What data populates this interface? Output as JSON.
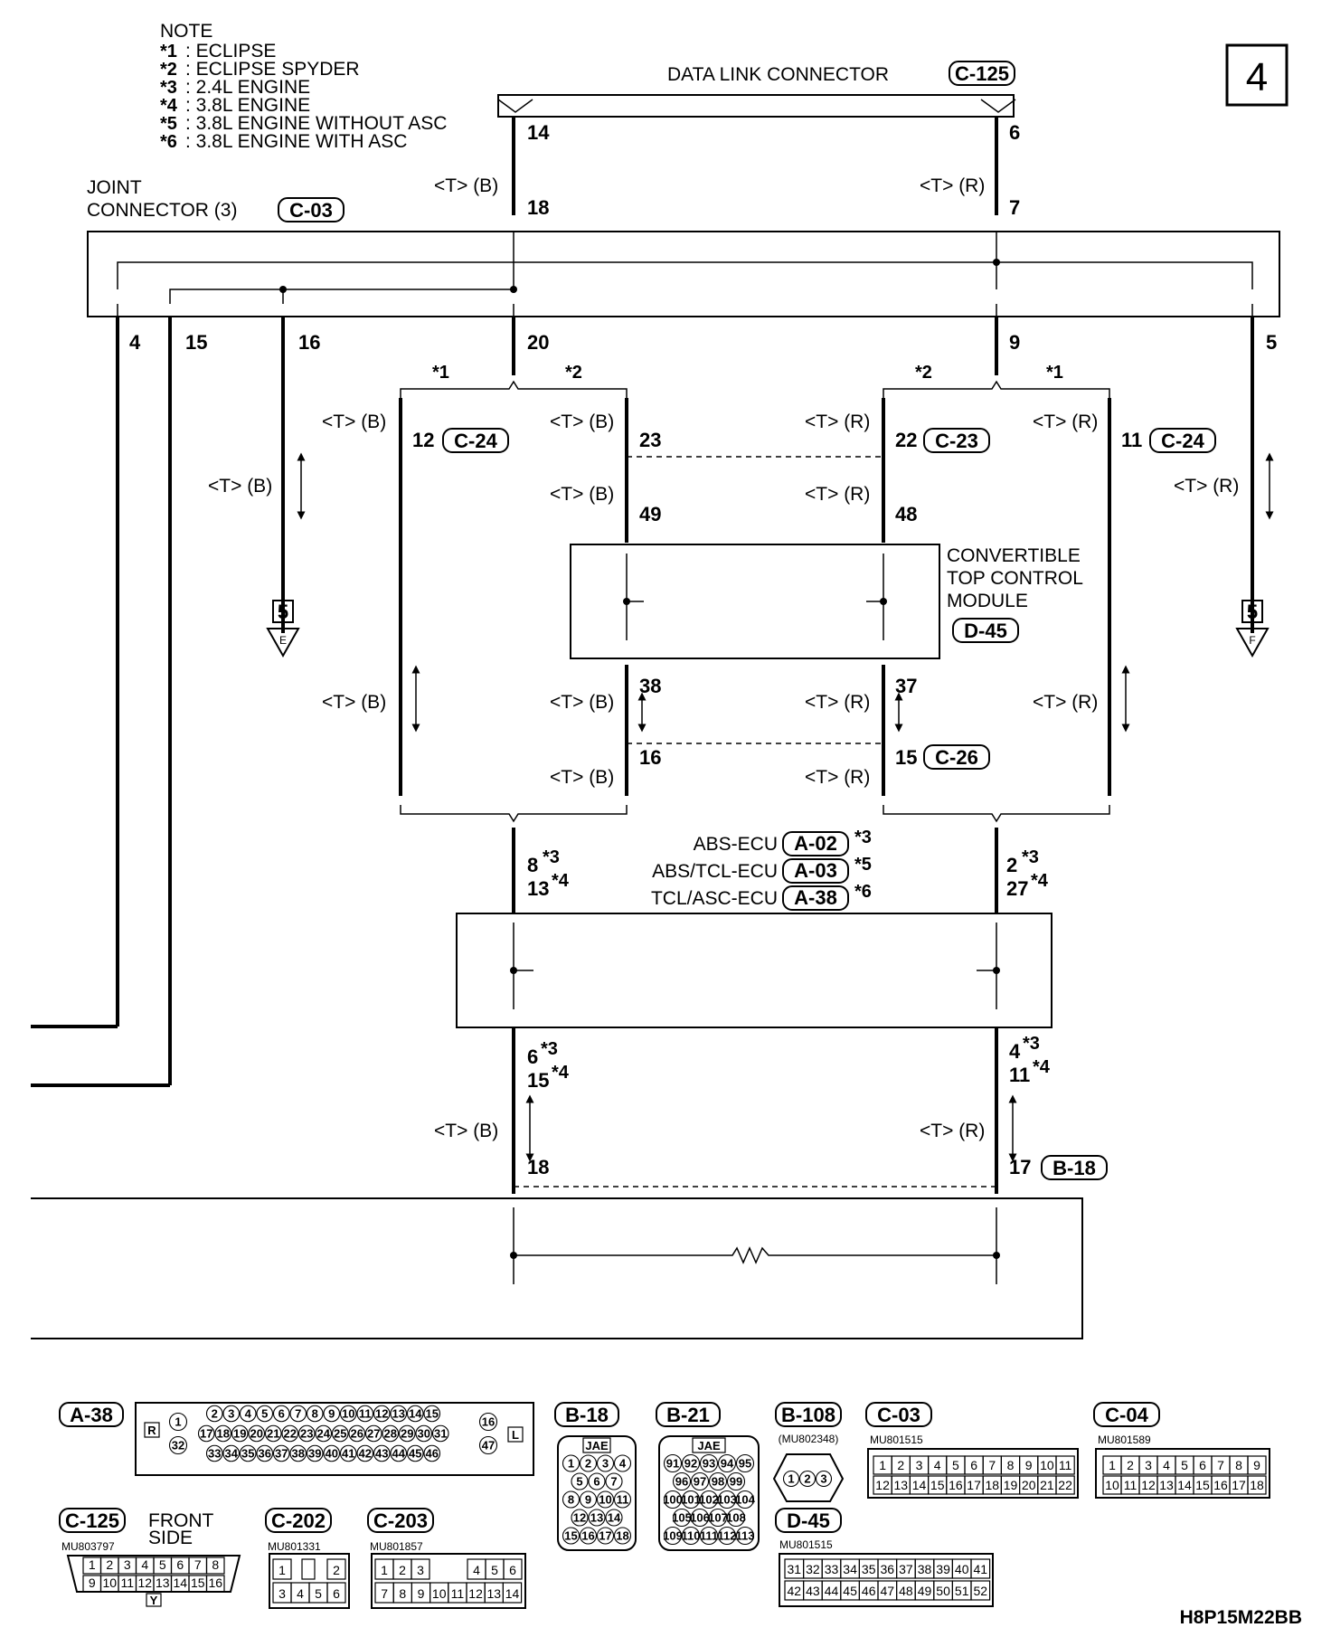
{
  "page_number": "4",
  "note": {
    "title": "NOTE",
    "items": [
      {
        "mark": "*1",
        "text": ": ECLIPSE"
      },
      {
        "mark": "*2",
        "text": ": ECLIPSE SPYDER"
      },
      {
        "mark": "*3",
        "text": ": 2.4L ENGINE"
      },
      {
        "mark": "*4",
        "text": ": 3.8L ENGINE"
      },
      {
        "mark": "*5",
        "text": ": 3.8L ENGINE WITHOUT ASC"
      },
      {
        "mark": "*6",
        "text": ": 3.8L ENGINE WITH ASC"
      }
    ]
  },
  "data_link_connector": {
    "label": "DATA LINK CONNECTOR",
    "id": "C-125",
    "pins": [
      "14",
      "6"
    ]
  },
  "joint_connector": {
    "line1": "JOINT",
    "line2": "CONNECTOR (3)",
    "id": "C-03",
    "pins_top": [
      "18",
      "7"
    ],
    "pins_bottom": [
      "4",
      "15",
      "16",
      "20",
      "9",
      "5"
    ]
  },
  "wire_colors": {
    "tb": "<T> (B)",
    "tr": "<T> (R)"
  },
  "variant_marks": {
    "s1": "*1",
    "s2": "*2",
    "s3": "*3",
    "s4": "*4",
    "s5": "*5",
    "s6": "*6"
  },
  "top_module_connectors": {
    "pin12": "12",
    "c24a": "C-24",
    "pin23": "23",
    "pin22": "22",
    "c23": "C-23",
    "pin11": "11",
    "c24b": "C-24",
    "pin49": "49",
    "pin48": "48",
    "pin38": "38",
    "pin37": "37",
    "pin16": "16",
    "pin15": "15",
    "c26": "C-26"
  },
  "convertible_module": {
    "line1": "CONVERTIBLE",
    "line2": "TOP CONTROL",
    "line3": "MODULE",
    "id": "D-45"
  },
  "ground_refs": {
    "box": "5",
    "left": "E",
    "right": "F"
  },
  "abs_ecu": {
    "labels": [
      {
        "text": "ABS-ECU",
        "id": "A-02",
        "mark": "*3"
      },
      {
        "text": "ABS/TCL-ECU",
        "id": "A-03",
        "mark": "*5"
      },
      {
        "text": "TCL/ASC-ECU",
        "id": "A-38",
        "mark": "*6"
      }
    ],
    "top_pins": {
      "left1": "8",
      "left2": "13",
      "right1": "2",
      "right2": "27"
    },
    "bottom_pins": {
      "left1": "6",
      "left2": "15",
      "right1": "4",
      "right2": "11"
    }
  },
  "bottom_connector": {
    "pins": [
      "18",
      "17"
    ],
    "id": "B-18"
  },
  "connector_views": {
    "a38": {
      "id": "A-38",
      "row1": [
        "2",
        "3",
        "4",
        "5",
        "6",
        "7",
        "8",
        "9",
        "10",
        "11",
        "12",
        "13",
        "14",
        "15"
      ],
      "row2": [
        "17",
        "18",
        "19",
        "20",
        "21",
        "22",
        "23",
        "24",
        "25",
        "26",
        "27",
        "28",
        "29",
        "30",
        "31"
      ],
      "row3": [
        "33",
        "34",
        "35",
        "36",
        "37",
        "38",
        "39",
        "40",
        "41",
        "42",
        "43",
        "44",
        "45",
        "46"
      ],
      "pin1": "1",
      "pin32": "32",
      "pin16": "16",
      "pin47": "47",
      "r": "R",
      "l": "L"
    },
    "b18": {
      "id": "B-18",
      "maker": "JAE",
      "rows": [
        [
          "1",
          "2",
          "3",
          "4"
        ],
        [
          "5",
          "6",
          "7"
        ],
        [
          "8",
          "9",
          "10",
          "11"
        ],
        [
          "12",
          "13",
          "14"
        ],
        [
          "15",
          "16",
          "17",
          "18"
        ]
      ]
    },
    "b21": {
      "id": "B-21",
      "maker": "JAE",
      "rows": [
        [
          "91",
          "92",
          "93",
          "94",
          "95"
        ],
        [
          "96",
          "97",
          "98",
          "99"
        ],
        [
          "100",
          "101",
          "102",
          "103",
          "104"
        ],
        [
          "105",
          "106",
          "107",
          "108"
        ],
        [
          "109",
          "110",
          "111",
          "112",
          "113"
        ]
      ]
    },
    "b108": {
      "id": "B-108",
      "part": "(MU802348)",
      "pins": [
        "1",
        "2",
        "3"
      ]
    },
    "c03": {
      "id": "C-03",
      "part": "MU801515",
      "row1": [
        "1",
        "2",
        "3",
        "4",
        "5",
        "6",
        "7",
        "8",
        "9",
        "10",
        "11"
      ],
      "row2": [
        "12",
        "13",
        "14",
        "15",
        "16",
        "17",
        "18",
        "19",
        "20",
        "21",
        "22"
      ]
    },
    "c04": {
      "id": "C-04",
      "part": "MU801589",
      "row1": [
        "1",
        "2",
        "3",
        "4",
        "5",
        "6",
        "7",
        "8",
        "9"
      ],
      "row2": [
        "10",
        "11",
        "12",
        "13",
        "14",
        "15",
        "16",
        "17",
        "18"
      ]
    },
    "c125": {
      "id": "C-125",
      "part": "MU803797",
      "front1": "FRONT",
      "front2": "SIDE",
      "row1": [
        "1",
        "2",
        "3",
        "4",
        "5",
        "6",
        "7",
        "8"
      ],
      "row2": [
        "9",
        "10",
        "11",
        "12",
        "13",
        "14",
        "15",
        "16"
      ],
      "key": "Y"
    },
    "c202": {
      "id": "C-202",
      "part": "MU801331",
      "row1": [
        "1",
        "2"
      ],
      "row2": [
        "3",
        "4",
        "5",
        "6"
      ]
    },
    "c203": {
      "id": "C-203",
      "part": "MU801857",
      "row1": [
        "1",
        "2",
        "3",
        "4",
        "5",
        "6"
      ],
      "row2": [
        "7",
        "8",
        "9",
        "10",
        "11",
        "12",
        "13",
        "14"
      ]
    },
    "d45": {
      "id": "D-45",
      "part": "MU801515",
      "row1": [
        "31",
        "32",
        "33",
        "34",
        "35",
        "36",
        "37",
        "38",
        "39",
        "40",
        "41"
      ],
      "row2": [
        "42",
        "43",
        "44",
        "45",
        "46",
        "47",
        "48",
        "49",
        "50",
        "51",
        "52"
      ]
    }
  },
  "figure_code": "H8P15M22BB"
}
